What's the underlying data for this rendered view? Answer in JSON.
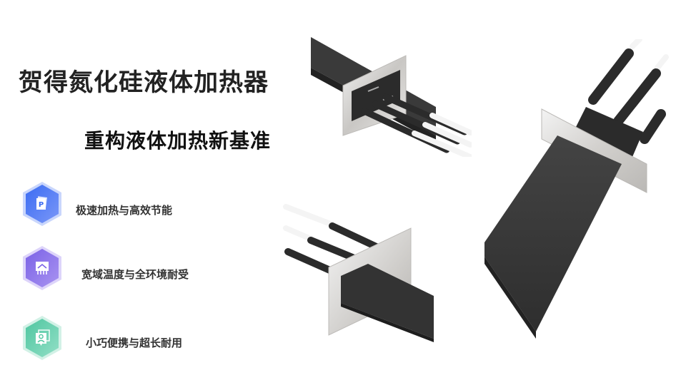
{
  "header": {
    "title": "贺得氮化硅液体加热器",
    "subtitle": "重构液体加热新基准"
  },
  "features": [
    {
      "label": "极速加热与高效节能",
      "icon": "document-p-icon",
      "color_top": "#3b6cf2",
      "color_bottom": "#6f8ff7"
    },
    {
      "label": "宽域温度与全环境耐受",
      "icon": "heater-icon",
      "color_top": "#7b62e6",
      "color_bottom": "#a28ef0"
    },
    {
      "label": "小巧便携与超长耐用",
      "icon": "user-card-icon",
      "color_top": "#4fc6a0",
      "color_bottom": "#8adcc2"
    }
  ],
  "products": [
    {
      "name": "heater-view-top"
    },
    {
      "name": "heater-view-bottom"
    },
    {
      "name": "heater-view-vertical"
    }
  ]
}
